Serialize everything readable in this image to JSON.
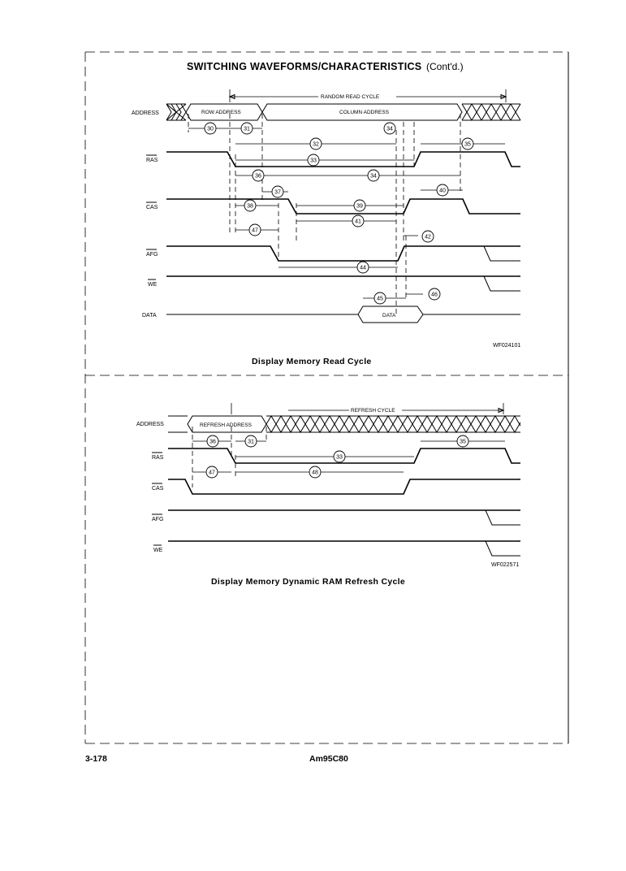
{
  "top": {
    "title_main": "SWITCHING WAVEFORMS/CHARACTERISTICS",
    "title_suffix": "(Cont'd.)",
    "cycle_label": "RANDOM READ CYCLE",
    "row_bus_label": "ROW ADDRESS",
    "col_bus_label": "COLUMN ADDRESS",
    "data_bus_label": "DATA",
    "signals": {
      "address": "ADDRESS",
      "ras": "RAS",
      "cas": "CAS",
      "afg": "AFG",
      "we": "WE",
      "data": "DATA"
    },
    "params": [
      "30",
      "31",
      "32",
      "33",
      "34",
      "35",
      "36",
      "34",
      "37",
      "40",
      "38",
      "39",
      "47",
      "41",
      "42",
      "44",
      "45",
      "46"
    ],
    "figure_code": "WF024101",
    "caption": "Display Memory Read Cycle"
  },
  "bottom": {
    "cycle_label": "REFRESH CYCLE",
    "bus_label": "REFRESH ADDRESS",
    "signals": {
      "address": "ADDRESS",
      "ras": "RAS",
      "cas": "CAS",
      "afg": "AFG",
      "we": "WE"
    },
    "params": [
      "36",
      "31",
      "33",
      "35",
      "47",
      "48"
    ],
    "figure_code": "WF022571",
    "caption": "Display Memory Dynamic RAM Refresh Cycle"
  },
  "footer": {
    "page_number": "3-178",
    "part_number": "Am95C80"
  }
}
